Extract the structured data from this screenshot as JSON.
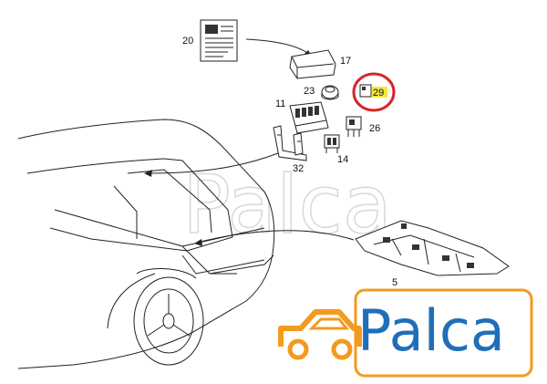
{
  "parts": {
    "p20": "20",
    "p17": "17",
    "p23": "23",
    "p29": "29",
    "p11": "11",
    "p26": "26",
    "p32": "32",
    "p14": "14",
    "p5": "5"
  },
  "highlight": {
    "part": "29",
    "ring_color": "#d9232a",
    "marker_color": "#f2ea3a"
  },
  "logo": {
    "text": "Palca",
    "text_color": "#1f6fb8",
    "car_color": "#f39a1f"
  },
  "watermark": {
    "text": "Palca"
  }
}
